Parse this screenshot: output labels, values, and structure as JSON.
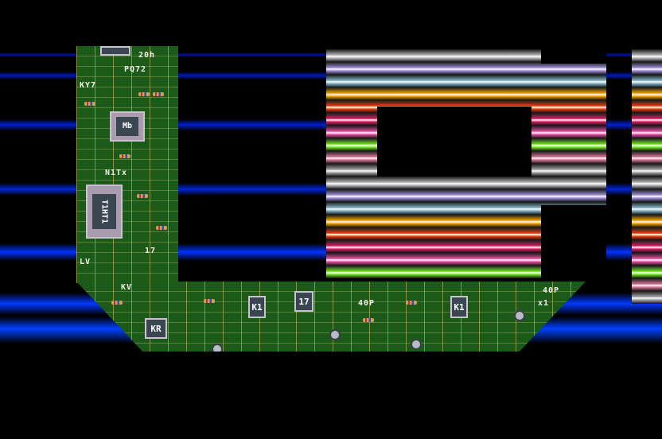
{
  "scene": {
    "title_logo": "",
    "colors": {
      "background": "#000000",
      "pcb_green": "#1c5a1a",
      "trace_gold": "#d6c46e",
      "raster_blue": "#0038ff"
    },
    "raster_bands": [
      "#b0b0b0",
      "#9a8ad0",
      "#7fb0c0",
      "#f0a000",
      "#e04010",
      "#d02060",
      "#e050a0",
      "#70e020",
      "#d07090",
      "#a0a0a0"
    ]
  },
  "pcb_labels": {
    "l1": "20h",
    "l2": "PQ72",
    "l3": "KY7",
    "l4": "Mb",
    "l5": "N1Tx",
    "l6": "T1HT1",
    "l7": "17",
    "l8": "LV",
    "l9": "KV",
    "l10": "KR",
    "l11": "K1",
    "l12": "17",
    "l13": "40P",
    "l14": "K1",
    "l15": "40P",
    "l16": "x1"
  }
}
